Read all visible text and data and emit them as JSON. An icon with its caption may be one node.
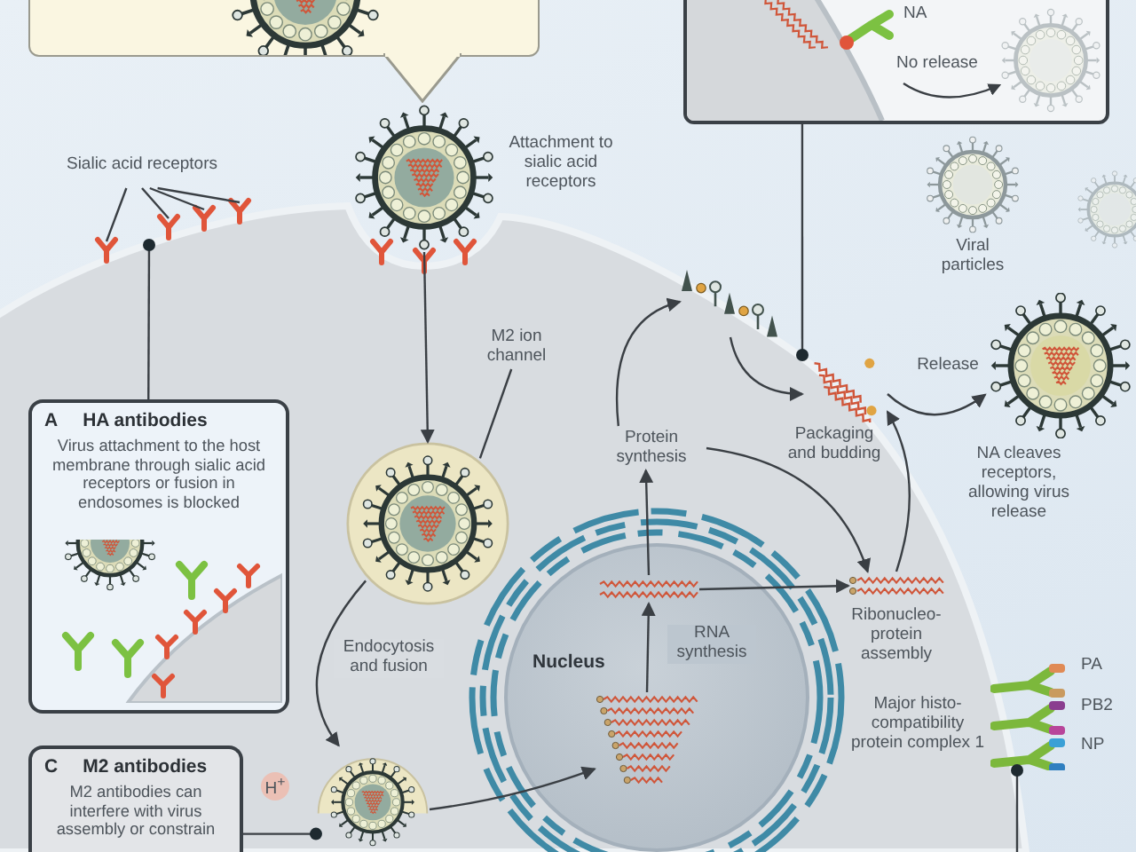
{
  "diagram": {
    "nodes": [
      {
        "text": [],
        "shape": "box"
      },
      {
        "text": [
          "NA",
          "No release"
        ]
      },
      {
        "text": [],
        "shape": "picture",
        "beside": [
          "Attachment to sialic acid receptors"
        ]
      },
      {
        "text": [
          "Sialic acid receptors"
        ]
      },
      {
        "text": [],
        "shape": "picture"
      },
      {
        "text": [
          "M2 ion channel"
        ]
      },
      {
        "text": [
          "A",
          "HA antibodies",
          "Virus attachment to the host membrane through sialic acid receptors or fusion in endosomes is blocked"
        ]
      },
      {
        "text": [],
        "shape": "picture"
      },
      {
        "text": [
          "C",
          "M2 antibodies",
          "M2 antibodies can interfere with virus assembly or constrain"
        ]
      },
      {
        "text": [
          "Nucleus"
        ]
      },
      {
        "text": [],
        "shape": "picture",
        "in": 9
      },
      {
        "text": [],
        "shape": "picture",
        "in": 9
      },
      {
        "text": [
          "Protein synthesis"
        ]
      },
      {
        "text": [],
        "shape": "picture",
        "beside": [
          "Ribonucleo-protein assembly"
        ]
      },
      {
        "text": [],
        "shape": "picture",
        "beside": [
          "Packaging and budding"
        ]
      },
      {
        "text": [],
        "shape": "picture"
      },
      {
        "text": [],
        "shape": "picture",
        "beside": [
          "Viral particles"
        ]
      },
      {
        "text": [],
        "shape": "picture",
        "beside": [
          "Major histo-compatibility protein complex 1"
        ]
      },
      {
        "text": [],
        "shape": "picture"
      }
    ],
    "edges": [
      {
        "from": 2,
        "to": 4,
        "arrow": "to"
      },
      {
        "from": 4,
        "to": 7,
        "arrow": "to",
        "label": "Endocytosis and fusion"
      },
      {
        "from": 7,
        "to": 11,
        "arrow": "to"
      },
      {
        "from": 11,
        "to": 10,
        "arrow": "to",
        "label": "RNA synthesis"
      },
      {
        "from": 10,
        "to": 12,
        "arrow": "to"
      },
      {
        "from": 10,
        "to": 13,
        "arrow": "to"
      },
      {
        "from": 12,
        "to": 18,
        "arrow": "to"
      },
      {
        "from": 12,
        "to": 13,
        "arrow": "to"
      },
      {
        "from": 18,
        "to": 14,
        "arrow": "to"
      },
      {
        "from": 13,
        "to": 14,
        "arrow": "to"
      },
      {
        "from": 14,
        "to": 15,
        "arrow": "to",
        "label": "Release"
      },
      {
        "from": 1,
        "to": 14,
        "arrow": "other"
      },
      {
        "from": 6,
        "to": null,
        "arrow": "other"
      },
      {
        "from": 8,
        "to": 7,
        "arrow": "other"
      },
      {
        "from": 3,
        "to": null,
        "arrow": "none"
      },
      {
        "from": 3,
        "to": null,
        "arrow": "none"
      },
      {
        "from": 3,
        "to": null,
        "arrow": "none"
      },
      {
        "from": 3,
        "to": null,
        "arrow": "none"
      },
      {
        "from": 5,
        "to": 4,
        "arrow": "none"
      },
      {
        "from": null,
        "to": 17,
        "arrow": "other"
      }
    ],
    "labels": [
      "NA cleaves receptors, allowing virus release",
      "H$^{+}$",
      "PA",
      "PB2",
      "NP"
    ]
  }
}
